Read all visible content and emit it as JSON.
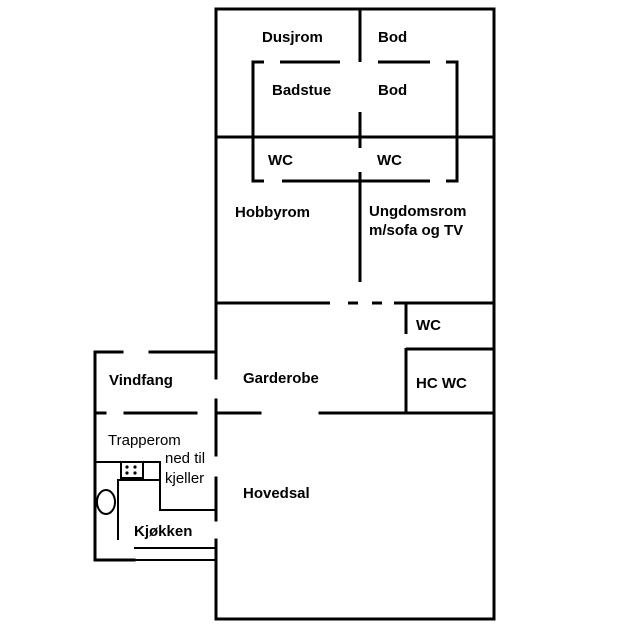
{
  "rooms": {
    "dusjrom": "Dusjrom",
    "bod_top": "Bod",
    "badstue": "Badstue",
    "bod_mid": "Bod",
    "wc_left": "WC",
    "wc_mid": "WC",
    "hobbyrom": "Hobbyrom",
    "ungdomsrom_line1": "Ungdomsrom",
    "ungdomsrom_line2": "m/sofa og TV",
    "wc_right": "WC",
    "hc_wc": "HC WC",
    "garderobe": "Garderobe",
    "vindfang": "Vindfang",
    "trapperom": "Trapperom",
    "ned_til": "ned til",
    "kjeller": "kjeller",
    "hovedsal": "Hovedsal",
    "kjokken": "Kjøkken"
  },
  "icons": {
    "stove": "stove-icon",
    "sink": "sink-icon"
  }
}
